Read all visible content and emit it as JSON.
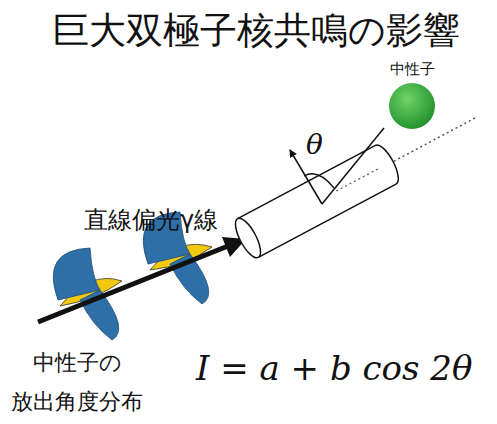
{
  "diagram": {
    "title": "巨大双極子核共鳴の影響",
    "nodes": [
      {
        "text": [
          "中性子"
        ]
      }
    ],
    "labels": [
      "θ",
      "直線偏光γ線",
      "中性子の 放出角度分布",
      "I = a + b cos 2θ"
    ]
  }
}
